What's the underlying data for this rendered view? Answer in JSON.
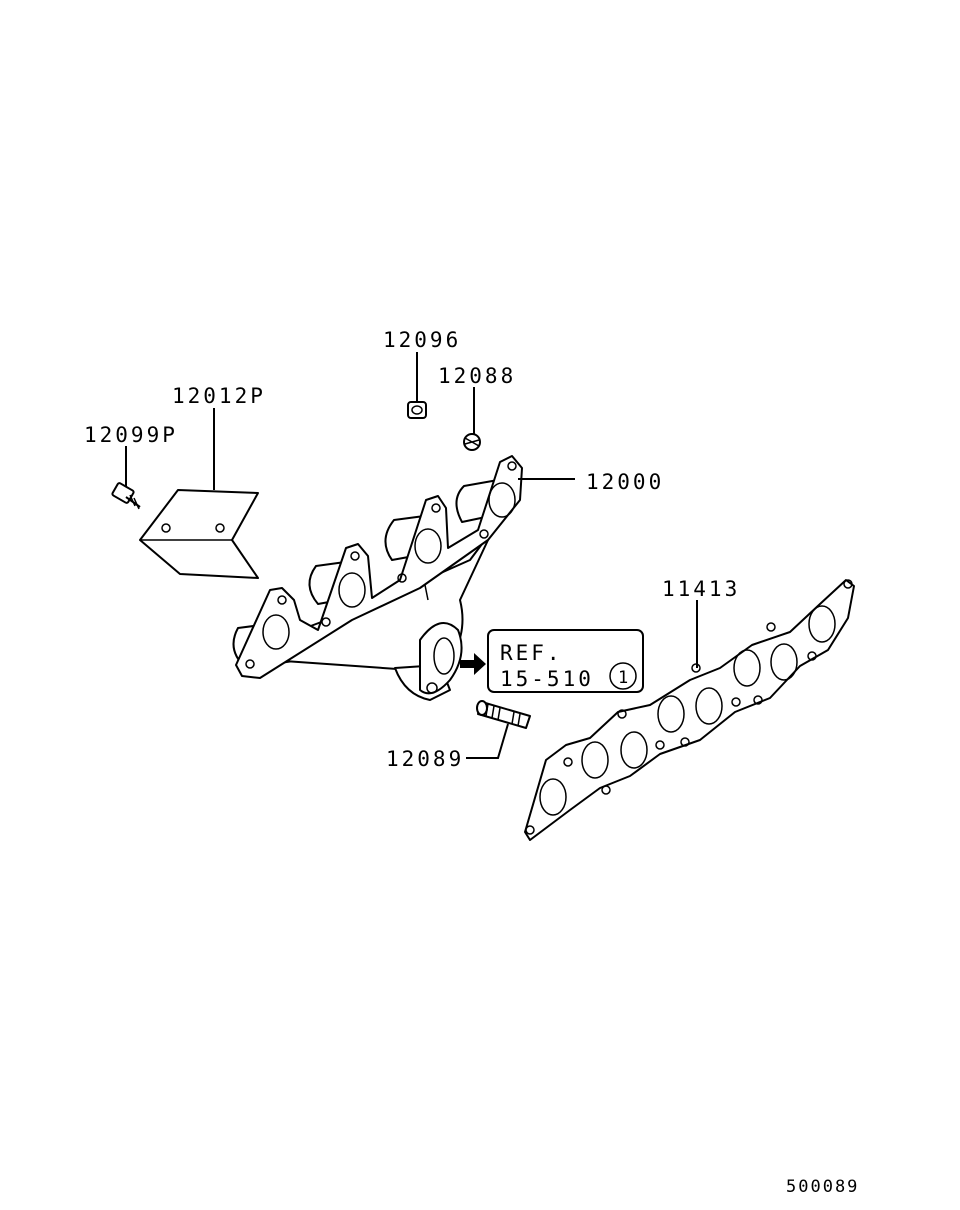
{
  "parts": {
    "p12096": "12096",
    "p12088": "12088",
    "p12012P": "12012P",
    "p12099P": "12099P",
    "p12000": "12000",
    "p11413": "11413",
    "p12089": "12089"
  },
  "reference": {
    "line1": "REF.",
    "line2": "15-510",
    "circle_num": "1"
  },
  "diagram_id": "500089"
}
